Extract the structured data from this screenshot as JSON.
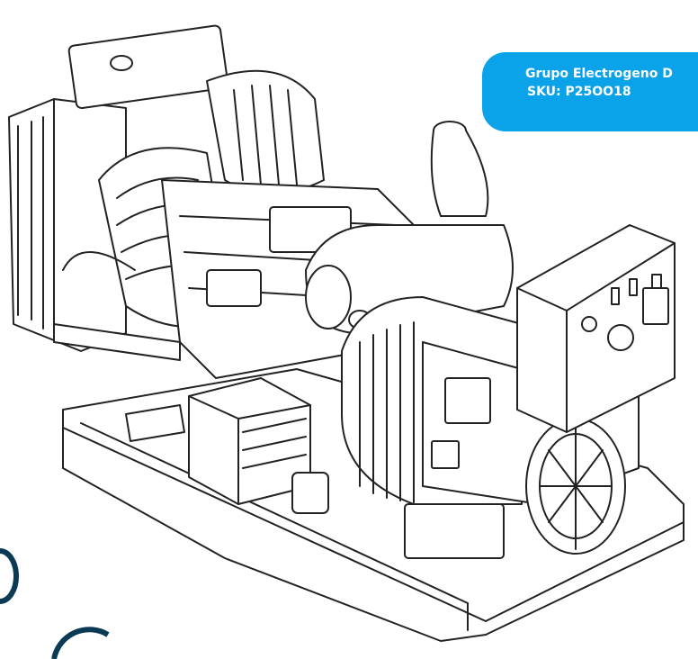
{
  "badge": {
    "title": "Grupo Electrogeno D",
    "sku": "SKU: P25OO18",
    "color": "#0aa2e8"
  },
  "colors": {
    "line_art": "#222222",
    "decor_ring": "#0b3a55"
  },
  "illustration": {
    "icon": "generator-set-illustration"
  }
}
